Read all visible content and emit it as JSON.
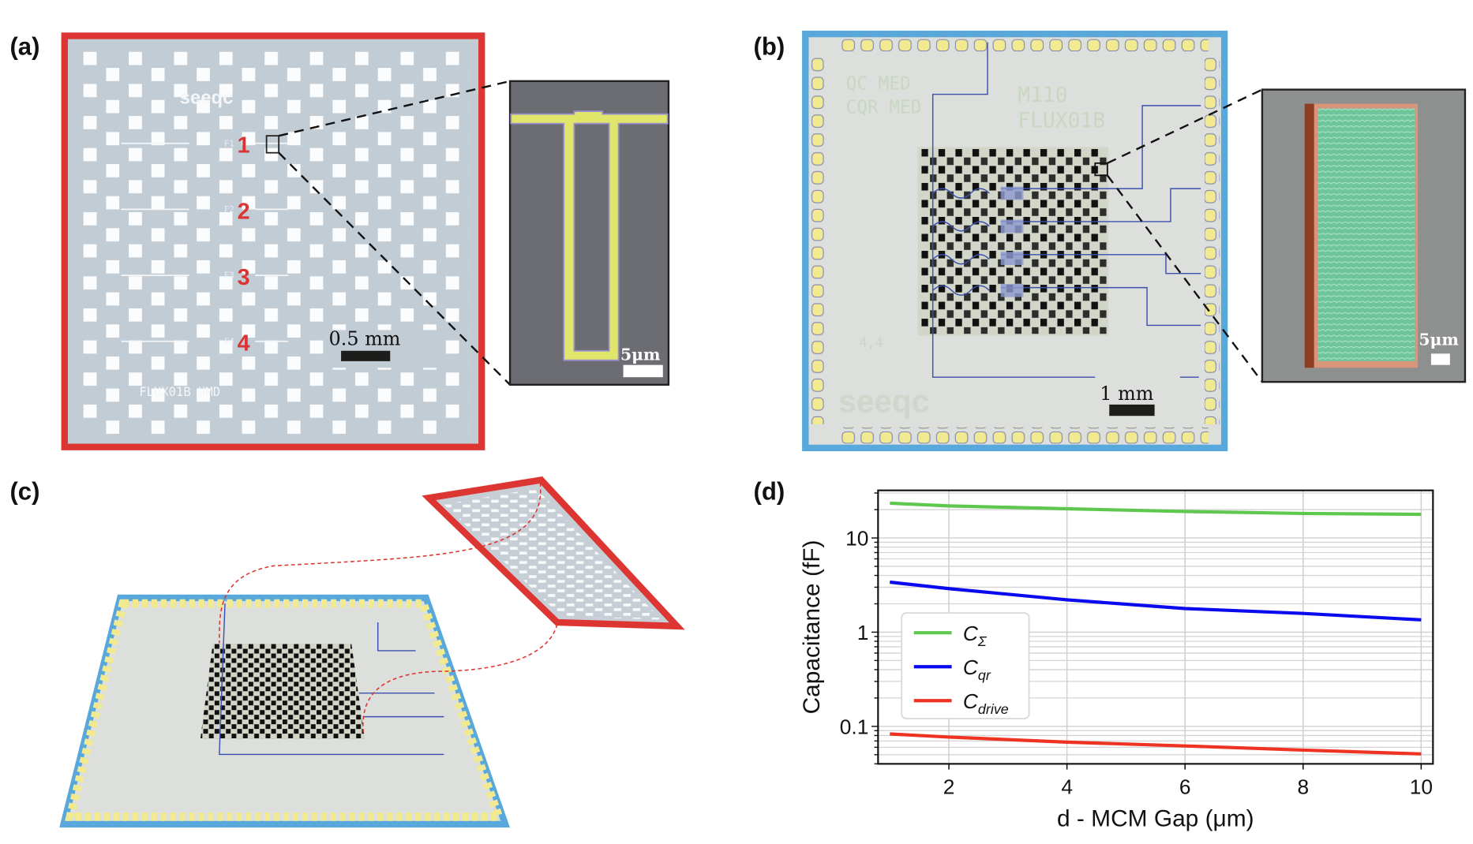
{
  "panels": {
    "a": {
      "label": "(a)",
      "frame_color": "#dc3532",
      "logo": "seeqc",
      "chip_name": "FLUX01B UMD",
      "flux_labels": [
        "F1",
        "F2",
        "F3",
        "F4"
      ],
      "device_numbers": [
        "1",
        "2",
        "3",
        "4"
      ],
      "scale_bar": "0.5 mm",
      "inset_scale_bar": "5μm"
    },
    "b": {
      "label": "(b)",
      "frame_color": "#58a8dc",
      "chip_text": [
        "QC MED",
        "CQR MED",
        "M110",
        "FLUX01B",
        "4,4"
      ],
      "logo": "seeqc",
      "scale_bar": "1 mm",
      "inset_scale_bar": "5μm"
    },
    "c": {
      "label": "(c)"
    },
    "d": {
      "label": "(d)"
    }
  },
  "chart_data": {
    "type": "line",
    "title": "",
    "xlabel": "d - MCM Gap (μm)",
    "ylabel": "Capacitance (fF)",
    "yscale": "log",
    "xlim": [
      0.8,
      10.2
    ],
    "ylim": [
      0.04,
      32
    ],
    "xticks": [
      2,
      4,
      6,
      8,
      10
    ],
    "yticks": [
      0.1,
      1,
      10
    ],
    "ytick_labels": [
      "0.1",
      "1",
      "10"
    ],
    "grid": true,
    "legend_position": "center-left",
    "x": [
      1,
      2,
      4,
      6,
      8,
      10
    ],
    "series": [
      {
        "name": "C",
        "sub": "Σ",
        "color": "#5ec84e",
        "values": [
          23.4,
          21.9,
          20.4,
          19.1,
          18.2,
          17.8
        ]
      },
      {
        "name": "C",
        "sub": "qr",
        "color": "#0a0aee",
        "values": [
          3.4,
          2.9,
          2.2,
          1.78,
          1.58,
          1.35
        ]
      },
      {
        "name": "C",
        "sub": "drive",
        "color": "#ee3322",
        "values": [
          0.083,
          0.077,
          0.068,
          0.062,
          0.056,
          0.051
        ]
      }
    ]
  }
}
